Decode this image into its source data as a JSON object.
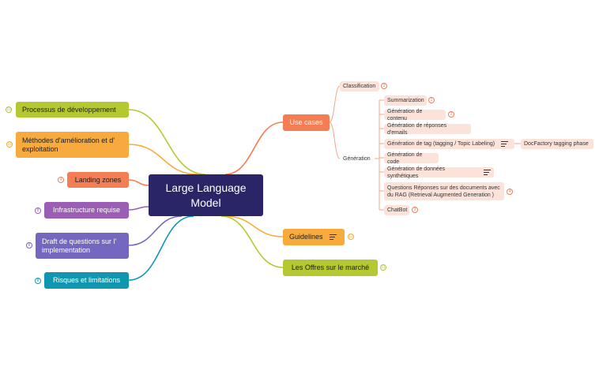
{
  "colors": {
    "root": "#2a2566",
    "processus": "#b5c831",
    "methodes": "#f8ab3c",
    "landing": "#f47d54",
    "infra": "#9a5eb4",
    "draft": "#7467c0",
    "risques": "#1097b0",
    "use_cases": "#f47d54",
    "guidelines": "#f8ab3c",
    "offres": "#b5c831",
    "subtopic": "#fce3da"
  },
  "root": {
    "label": "Large Language Model"
  },
  "left_topics": [
    {
      "label": "Processus de développement",
      "badge": "10"
    },
    {
      "label": "Méthodes d'amélioration et d' exploitation",
      "badge": "15"
    },
    {
      "label": "Landing zones",
      "badge": "4"
    },
    {
      "label": "Infrastructure requise",
      "badge": "8"
    },
    {
      "label": "Draft de questions sur l' implementation",
      "badge": "6"
    },
    {
      "label": "Risques et limitations",
      "badge": "8"
    }
  ],
  "right_topics": {
    "use_cases": {
      "label": "Use cases"
    },
    "guidelines": {
      "label": "Guidelines",
      "badge": "12",
      "notes_icon": "notes-icon"
    },
    "offres": {
      "label": "Les Offres sur le marché",
      "badge": "11"
    }
  },
  "use_cases_children": {
    "classification": {
      "label": "Classification",
      "badge": "3"
    },
    "generation": {
      "label": "Génération"
    }
  },
  "generation_children": [
    {
      "label": "Summarization",
      "badge": "1"
    },
    {
      "label": "Génération de contenu",
      "badge": "2"
    },
    {
      "label": "Génération de réponses d'emails"
    },
    {
      "label": "Génération de tag (tagging / Topic Labeling)",
      "notes_icon": "notes-icon"
    },
    {
      "label": "Génération de code"
    },
    {
      "label": "Génération de données synthétiques",
      "notes_icon": "notes-icon"
    },
    {
      "label": "Questions Réponses sur des documents avec du RAG (Retrieval Augmented Generation )",
      "badge": "4"
    },
    {
      "label": "ChatBot",
      "badge": "3"
    }
  ],
  "tag_child": {
    "label": "DocFactory tagging phase"
  }
}
